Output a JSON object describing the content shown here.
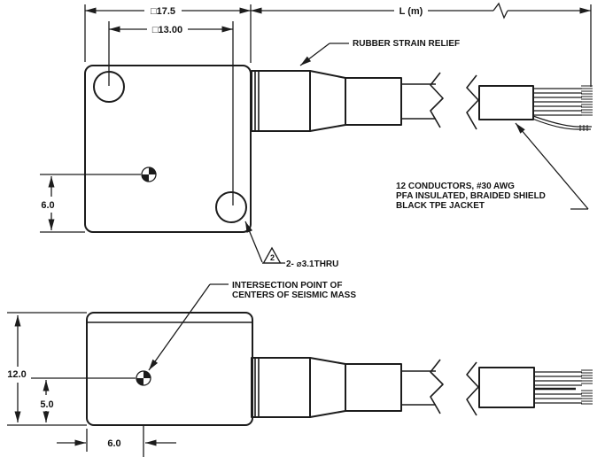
{
  "drawing": {
    "background": "#ffffff",
    "line_color": "#1c1c1c",
    "top_view": {
      "dim_outer_square": "□17.5",
      "dim_hole_spacing": "□13.00",
      "dim_cable_length": "L (m)",
      "dim_center_to_bottom": "6.0"
    },
    "side_view": {
      "dim_height": "12.0",
      "dim_center_height": "5.0",
      "dim_center_offset": "6.0"
    },
    "callouts": {
      "strain_relief": "RUBBER STRAIN RELIEF",
      "cable_note": [
        "12 CONDUCTORS, #30 AWG",
        "PFA INSULATED, BRAIDED SHIELD",
        "BLACK TPE JACKET"
      ],
      "hole_note": "2- ⌀3.1THRU",
      "hole_flag": "2",
      "seismic_note": [
        "INTERSECTION POINT OF",
        "CENTERS OF SEISMIC MASS"
      ]
    }
  }
}
